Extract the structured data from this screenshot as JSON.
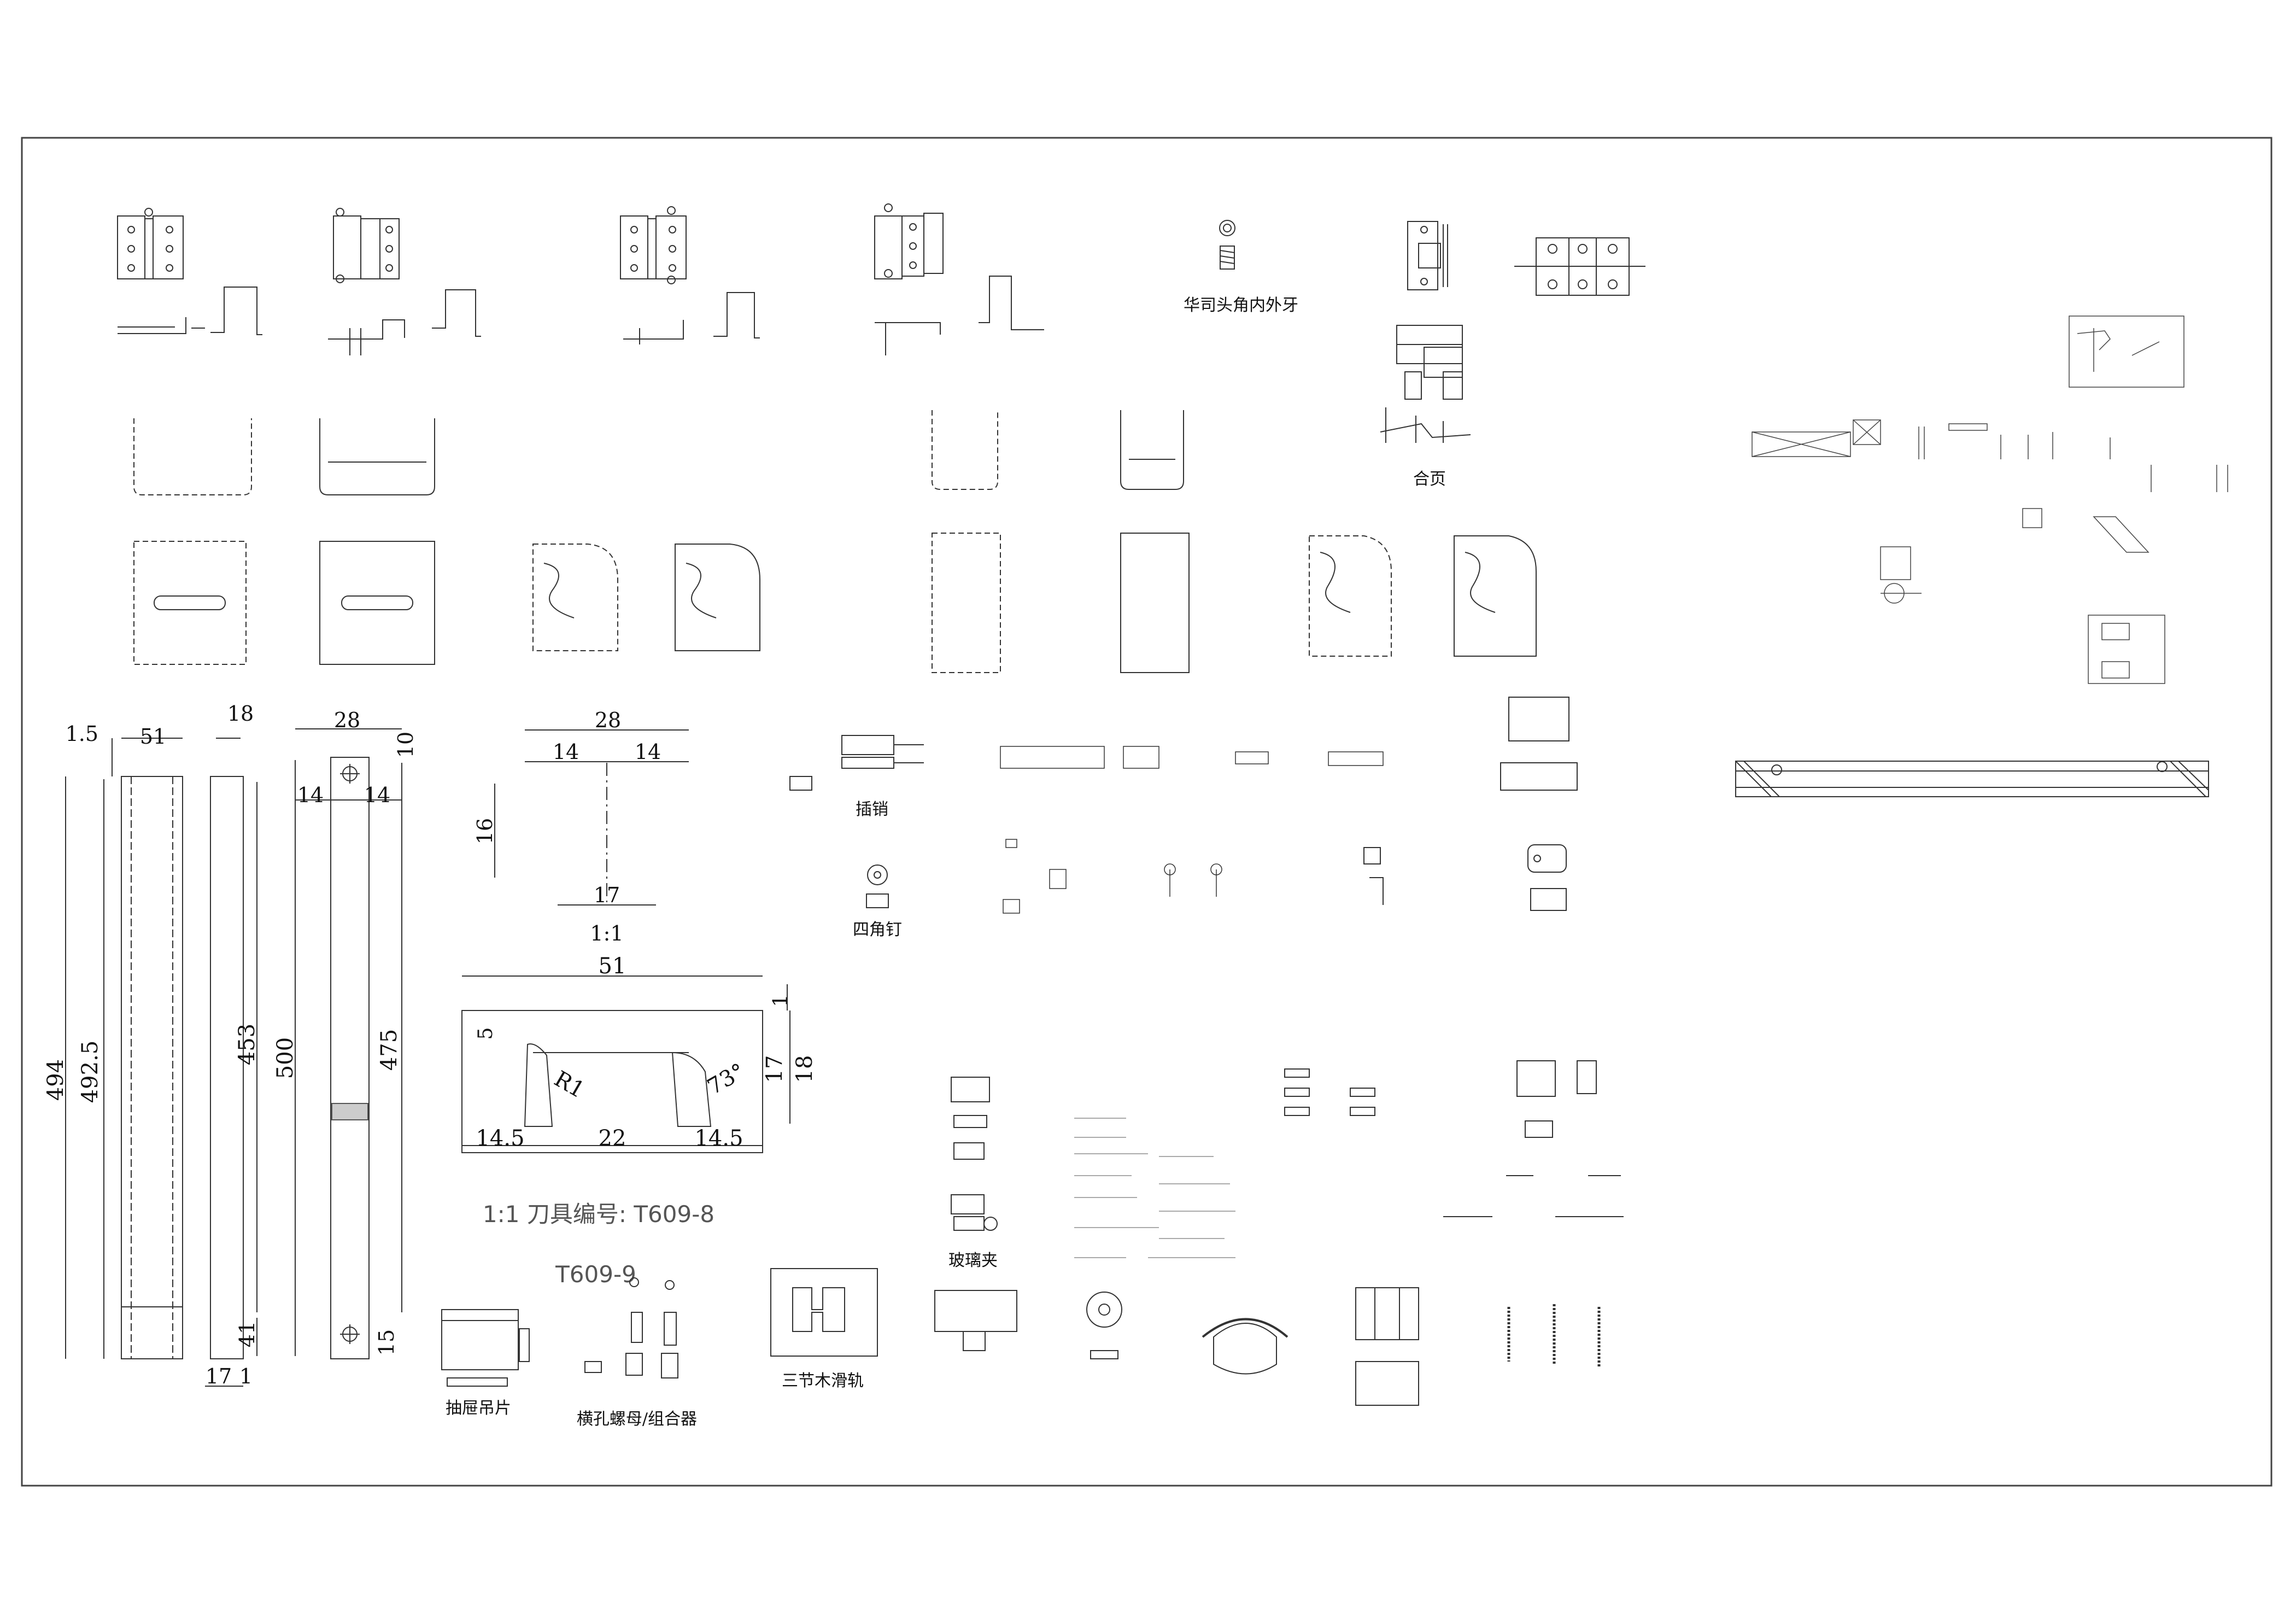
{
  "labels": {
    "pipe_nut": "华司头角内外牙",
    "hinge": "合页",
    "bolt_latch": "插销",
    "tee_nut": "四角钉",
    "drawer_hanger": "抽屉吊片",
    "cross_dowel": "横孔螺母/组合器",
    "slide_rail": "三节木滑轨",
    "glass_clip": "玻璃夹"
  },
  "notes": {
    "scale_tool": "1:1 刀具编号: T609-8",
    "scale": "1:1",
    "tool_t609_9": "T609-9"
  },
  "dimensions": {
    "d_1_5": "1.5",
    "d_51": "51",
    "d_494": "494",
    "d_492_5": "492.5",
    "d_18": "18",
    "d_453": "453",
    "d_41": "41",
    "d_17": "17",
    "d_1": "1",
    "d_28": "28",
    "d_10": "10",
    "d_14": "14",
    "d_500": "500",
    "d_475": "475",
    "d_15": "15",
    "d_16": "16",
    "d_R1": "R1",
    "d_73": "73°",
    "d_14_5": "14.5",
    "d_22": "22",
    "d_5": "5"
  }
}
